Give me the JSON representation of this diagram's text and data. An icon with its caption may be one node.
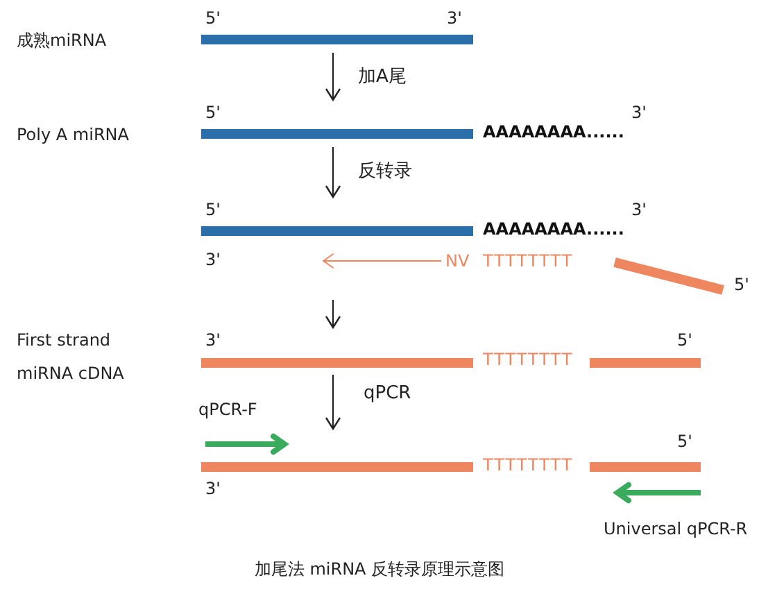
{
  "diagram": {
    "caption": "加尾法 miRNA 反转录原理示意图",
    "nodes": [
      {
        "text": [
          "5'",
          "3'"
        ]
      },
      {
        "text": [
          "5'",
          "AAAAAAAA......",
          "3'"
        ]
      },
      {
        "text": [
          "5'",
          "AAAAAAAA......",
          "3'"
        ]
      },
      {
        "text": [
          "3'",
          "NV",
          "TTTTTTTT",
          "5'"
        ]
      },
      {
        "text": [
          "3'",
          "TTTTTTTT",
          "5'"
        ]
      },
      {
        "text": [
          "5'",
          "TTTTTTTT",
          "3'"
        ]
      }
    ],
    "edges": [
      {
        "from": 0,
        "to": 1,
        "arrow": "to",
        "label": "加A尾"
      },
      {
        "from": 1,
        "to": 2,
        "arrow": "to",
        "label": "反转录"
      },
      {
        "from": 3,
        "to": 4,
        "arrow": "to"
      },
      {
        "from": 4,
        "to": 5,
        "arrow": "to",
        "label": "qPCR"
      }
    ],
    "labels": [
      "成熟miRNA",
      "Poly A miRNA",
      "First strand miRNA cDNA",
      "qPCR-F",
      "Universal qPCR-R"
    ]
  }
}
